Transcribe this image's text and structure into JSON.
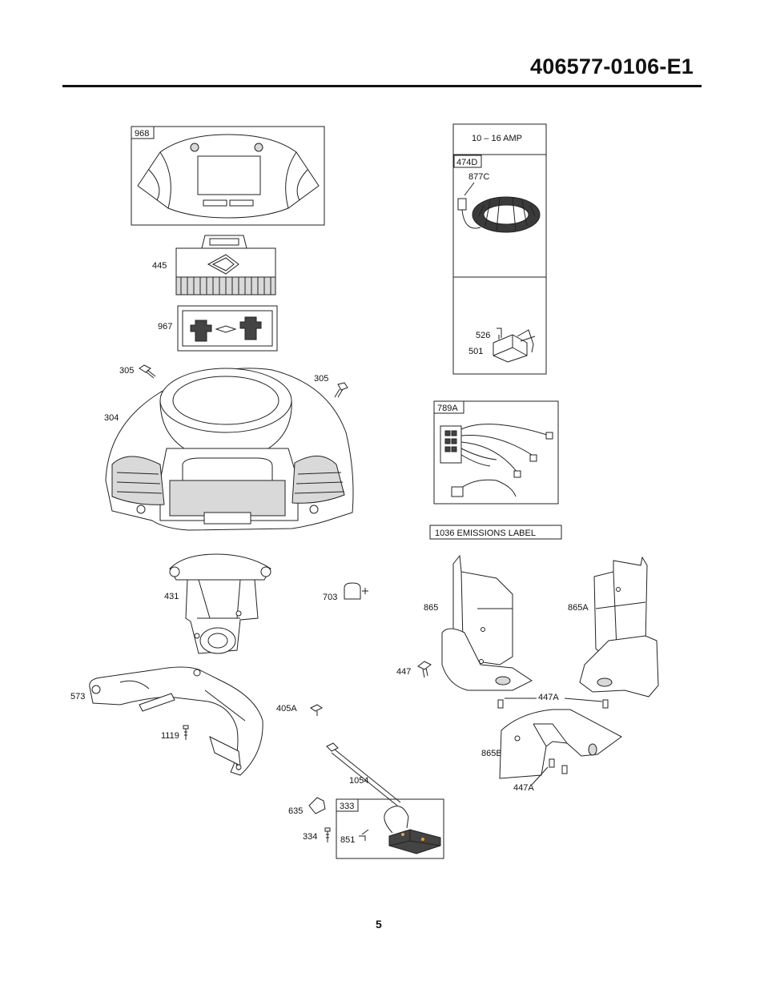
{
  "document": {
    "part_number": "406577-0106-E1",
    "page_number": "5"
  },
  "boxes": {
    "box_968": "968",
    "amp_range": "10 – 16 AMP",
    "box_474d": "474D",
    "box_789a": "789A",
    "emissions_label": "1036 EMISSIONS LABEL",
    "box_333": "333"
  },
  "callouts": {
    "c445": "445",
    "c967": "967",
    "c305a": "305",
    "c305b": "305",
    "c304": "304",
    "c877c": "877C",
    "c526": "526",
    "c501": "501",
    "c431": "431",
    "c703": "703",
    "c865": "865",
    "c865a": "865A",
    "c447": "447",
    "c447a_top": "447A",
    "c573": "573",
    "c405a": "405A",
    "c1119": "1119",
    "c865b": "865B",
    "c447a_bottom": "447A",
    "c1054": "1054",
    "c635": "635",
    "c334": "334",
    "c851": "851"
  }
}
